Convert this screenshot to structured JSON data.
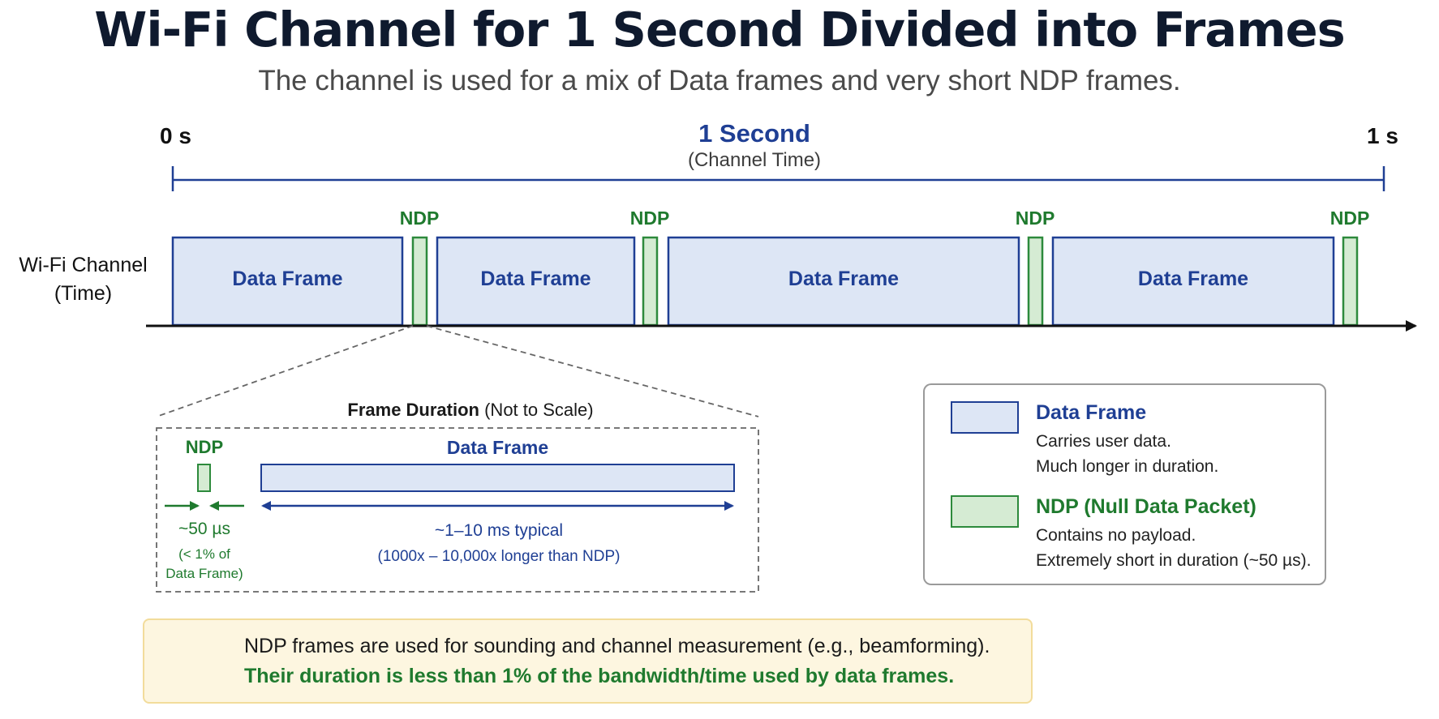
{
  "title": "Wi-Fi Channel for 1 Second Divided into Frames",
  "subtitle": "The channel is used for a mix of Data frames and very short NDP frames.",
  "timeline": {
    "start_label": "0 s",
    "end_label": "1 s",
    "span_label": "1 Second",
    "span_sublabel": "(Channel Time)",
    "channel_label_line1": "Wi-Fi Channel",
    "channel_label_line2": "(Time)",
    "data_frame_label": "Data Frame",
    "ndp_label": "NDP"
  },
  "zoom": {
    "heading_bold": "Frame Duration",
    "heading_rest": "(Not to Scale)",
    "ndp_label": "NDP",
    "data_label": "Data Frame",
    "ndp_duration": "~50 µs",
    "ndp_note_line1": "(< 1% of",
    "ndp_note_line2": "Data Frame)",
    "data_duration": "~1–10 ms typical",
    "data_note": "(1000x – 10,000x longer than NDP)"
  },
  "legend": {
    "data_title": "Data Frame",
    "data_desc_1": "Carries user data.",
    "data_desc_2": "Much longer in duration.",
    "ndp_title": "NDP (Null Data Packet)",
    "ndp_desc_1": "Contains no payload.",
    "ndp_desc_2": "Extremely short in duration (~50 µs)."
  },
  "tip": {
    "icon": "lightbulb-icon",
    "line1": "NDP frames are used for sounding and channel measurement (e.g., beamforming).",
    "line2": "Their duration is less than 1% of the bandwidth/time used by data frames."
  },
  "colors": {
    "data_fill": "#dde6f5",
    "data_stroke": "#1f3f94",
    "ndp_fill": "#d5ebd3",
    "ndp_stroke": "#2d8a3c",
    "tip_bg": "#fdf6e0"
  }
}
